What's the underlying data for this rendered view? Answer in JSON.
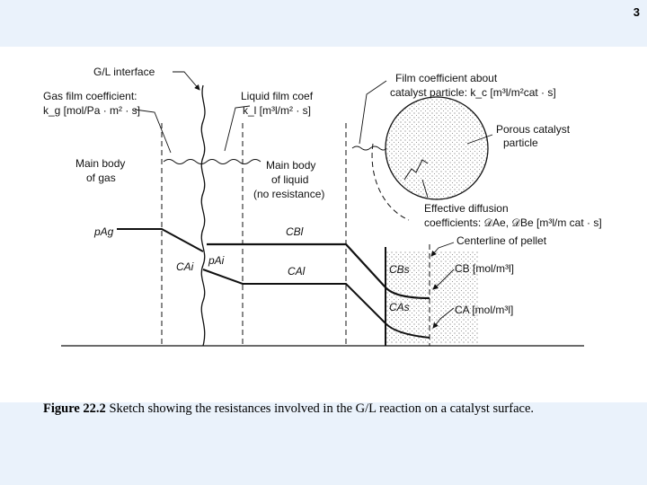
{
  "page_number": "3",
  "labels": {
    "gl_interface": "G/L interface",
    "gas_film_coef_1": "Gas film coefficient:",
    "gas_film_coef_2": "k_g [mol/Pa · m² · s]",
    "liquid_film_coef_1": "Liquid film coef",
    "liquid_film_coef_2": "k_l [m³l/m² · s]",
    "film_coef_catalyst_1": "Film coefficient about",
    "film_coef_catalyst_2": "catalyst particle: k_c [m³l/m²cat · s]",
    "porous_catalyst_1": "Porous catalyst",
    "porous_catalyst_2": "particle",
    "main_body_gas_1": "Main body",
    "main_body_gas_2": "of gas",
    "main_body_liquid_1": "Main body",
    "main_body_liquid_2": "of liquid",
    "main_body_liquid_3": "(no resistance)",
    "effective_diffusion_1": "Effective diffusion",
    "effective_diffusion_2": "coefficients: 𝒟Ae, 𝒟Be [m³l/m cat · s]",
    "centerline": "Centerline of pellet",
    "p_ag": "pAg",
    "c_bl": "CBl",
    "p_ai": "pAi",
    "c_ai": "CAi",
    "c_al": "CAl",
    "c_bs": "CBs",
    "c_as": "CAs",
    "c_b_units": "CB [mol/m³l]",
    "c_a_units": "CA [mol/m³l]"
  },
  "caption": {
    "label": "Figure 22.2",
    "text": "Sketch showing the resistances involved in the G/L reaction on a catalyst surface."
  }
}
